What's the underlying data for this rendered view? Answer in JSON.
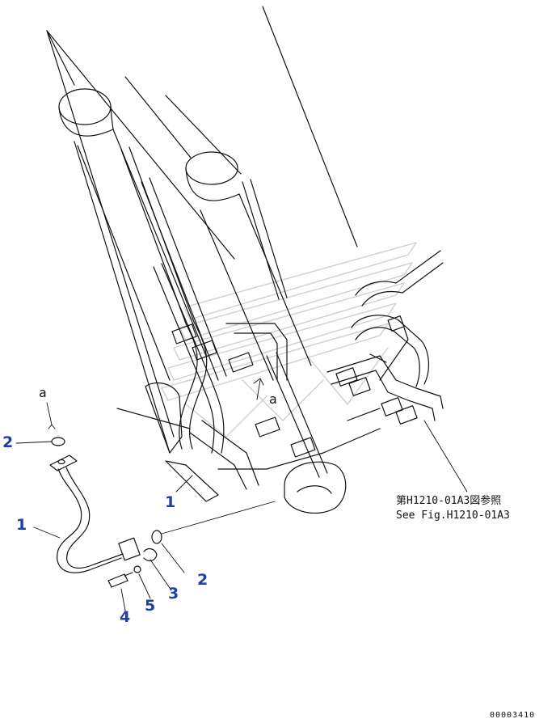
{
  "diagram": {
    "callouts": {
      "c1_left": "1",
      "c2_left": "2",
      "c1_mid": "1",
      "c2_mid": "2",
      "c3": "3",
      "c4": "4",
      "c5": "5"
    },
    "view_marker_left": "a",
    "view_marker_mid": "a",
    "reference_jp": "第H1210-01A3図参照",
    "reference_en": "See Fig.H1210-01A3",
    "document_number": "00003410",
    "colors": {
      "callout": "#1f3ea8",
      "line": "#111111",
      "watermark": "#d4d4d4"
    }
  }
}
